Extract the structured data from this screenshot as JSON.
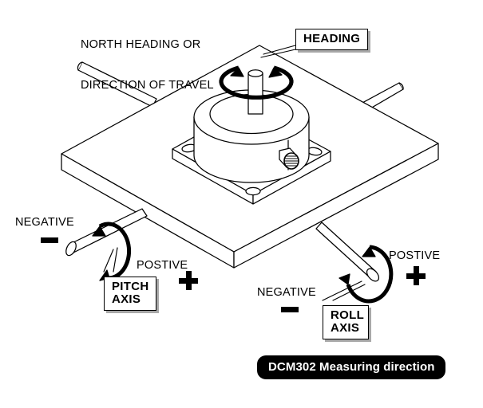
{
  "figure": {
    "north_note_line1": "NORTH HEADING OR",
    "north_note_line2": "DIRECTION OF TRAVEL",
    "caption": "DCM302 Measuring direction"
  },
  "callouts": {
    "heading": "HEADING",
    "pitch_line1": "PITCH",
    "pitch_line2": "AXIS",
    "roll_line1": "ROLL",
    "roll_line2": "AXIS"
  },
  "pitch_axis": {
    "negative_label": "NEGATIVE",
    "negative_sign": "minus-sign",
    "positive_label": "POSTIVE",
    "positive_sign": "plus-sign"
  },
  "roll_axis": {
    "negative_label": "NEGATIVE",
    "negative_sign": "minus-sign",
    "positive_label": "POSTIVE",
    "positive_sign": "plus-sign"
  },
  "colors": {
    "ink": "#000000",
    "paper": "#ffffff",
    "shadow": "#a8a8a8",
    "caption_bg": "#000000",
    "caption_fg": "#ffffff"
  },
  "icons": {
    "heading_rotation": "circular-arrow-double-icon",
    "pitch_rotation": "circular-arrow-icon",
    "roll_rotation": "circular-arrow-icon",
    "connector": "hatched-connector-icon"
  }
}
